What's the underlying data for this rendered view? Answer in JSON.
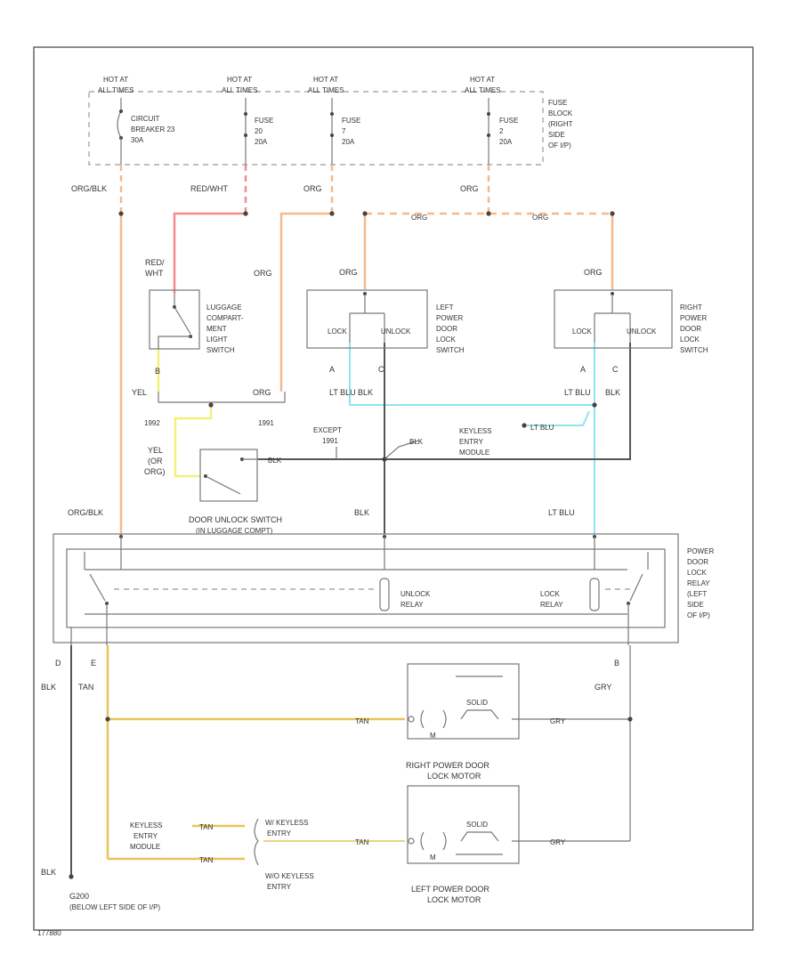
{
  "diagram": {
    "hot_labels": [
      "HOT AT",
      "ALL TIMES"
    ],
    "fuses": {
      "cb": [
        "CIRCUIT",
        "BREAKER 23",
        "30A"
      ],
      "f20": [
        "FUSE",
        "20",
        "20A"
      ],
      "f7": [
        "FUSE",
        "7",
        "20A"
      ],
      "f2": [
        "FUSE",
        "2",
        "20A"
      ],
      "block": [
        "FUSE",
        "BLOCK",
        "(RIGHT",
        "SIDE",
        "OF I/P)"
      ]
    },
    "wire_colors": {
      "org_blk": "ORG/BLK",
      "red_wht": "RED/WHT",
      "red_wht_split": [
        "RED/",
        "WHT"
      ],
      "org": "ORG",
      "yel": "YEL",
      "yel_or_org": [
        "YEL",
        "(OR",
        "ORG)"
      ],
      "lt_blu": "LT BLU",
      "blk": "BLK",
      "tan": "TAN",
      "gry": "GRY"
    },
    "switches": {
      "luggage": [
        "LUGGAGE",
        "COMPART-",
        "MENT",
        "LIGHT",
        "SWITCH"
      ],
      "left_power": [
        "LEFT",
        "POWER",
        "DOOR",
        "LOCK",
        "SWITCH"
      ],
      "right_power": [
        "RIGHT",
        "POWER",
        "DOOR",
        "LOCK",
        "SWITCH"
      ],
      "lock": "LOCK",
      "unlock": "UNLOCK",
      "door_unlock": [
        "DOOR UNLOCK SWITCH",
        "(IN LUGGAGE COMPT)"
      ]
    },
    "pins": {
      "a": "A",
      "b": "B",
      "c": "C",
      "d": "D",
      "e": "E"
    },
    "years": {
      "y1992": "1992",
      "y1991": "1991",
      "except": [
        "EXCEPT",
        "1991"
      ]
    },
    "keyless": {
      "module": [
        "KEYLESS",
        "ENTRY",
        "MODULE"
      ],
      "with": [
        "W/ KEYLESS",
        "ENTRY"
      ],
      "without": [
        "W/O KEYLESS",
        "ENTRY"
      ]
    },
    "relay": {
      "title": [
        "POWER",
        "DOOR",
        "LOCK",
        "RELAY",
        "(LEFT",
        "SIDE",
        "OF I/P)"
      ],
      "unlock": [
        "UNLOCK",
        "RELAY"
      ],
      "lock": [
        "LOCK",
        "RELAY"
      ]
    },
    "motors": {
      "solid": "SOLID",
      "m": "M",
      "right": [
        "RIGHT POWER DOOR",
        "LOCK MOTOR"
      ],
      "left": [
        "LEFT POWER DOOR",
        "LOCK MOTOR"
      ]
    },
    "ground": [
      "G200",
      "(BELOW LEFT SIDE OF I/P)"
    ],
    "footer_id": "177880"
  },
  "colors": {
    "org": "#f5b98a",
    "red": "#f48a8a",
    "yel": "#f3f07a",
    "tan": "#e9c35b",
    "blu": "#8ee5ee",
    "blk": "#555555",
    "gry": "#999999"
  }
}
